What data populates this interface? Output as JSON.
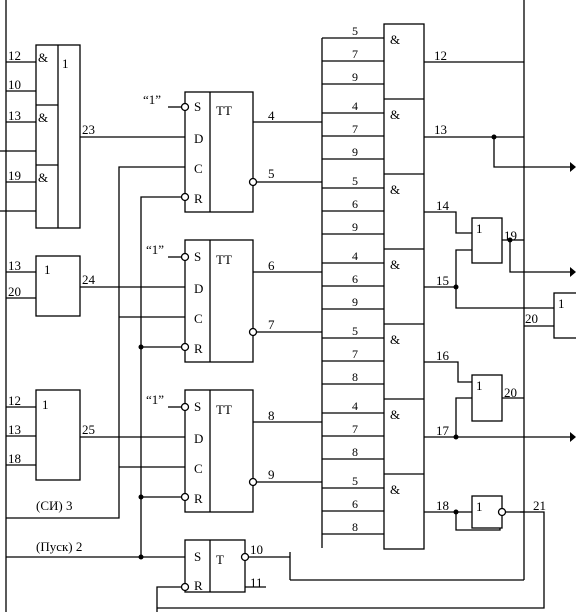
{
  "gate23": {
    "and_symbol": "&",
    "or_symbol": "1",
    "inputs": [
      "12",
      "10",
      "13",
      "19"
    ],
    "output": "23"
  },
  "gate24": {
    "symbol": "1",
    "inputs": [
      "13",
      "20"
    ],
    "output": "24"
  },
  "gate25": {
    "symbol": "1",
    "inputs": [
      "12",
      "13",
      "18"
    ],
    "output": "25"
  },
  "trig1": {
    "type": "TT",
    "pins": [
      "S",
      "D",
      "C",
      "R"
    ],
    "set_label": "“1”",
    "out_q": "4",
    "out_nq": "5"
  },
  "trig2": {
    "type": "TT",
    "pins": [
      "S",
      "D",
      "C",
      "R"
    ],
    "set_label": "“1”",
    "out_q": "6",
    "out_nq": "7"
  },
  "trig3": {
    "type": "TT",
    "pins": [
      "S",
      "D",
      "C",
      "R"
    ],
    "set_label": "“1”",
    "out_q": "8",
    "out_nq": "9"
  },
  "start_trig": {
    "type": "T",
    "pins": [
      "S",
      "R"
    ],
    "out_q": "10",
    "out_nq": "11"
  },
  "signals": {
    "si": "(СИ) 3",
    "start": "(Пуск) 2"
  },
  "and_bank": {
    "symbol": "&",
    "gates": [
      {
        "inputs": [
          "5",
          "7",
          "9"
        ]
      },
      {
        "inputs": [
          "4",
          "7",
          "9"
        ]
      },
      {
        "inputs": [
          "5",
          "6",
          "9"
        ]
      },
      {
        "inputs": [
          "4",
          "6",
          "9"
        ]
      },
      {
        "inputs": [
          "5",
          "7",
          "8"
        ]
      },
      {
        "inputs": [
          "4",
          "7",
          "8"
        ]
      },
      {
        "inputs": [
          "5",
          "6",
          "8"
        ]
      }
    ]
  },
  "outputs": [
    "12",
    "13",
    "14",
    "15",
    "16",
    "17",
    "18"
  ],
  "gate19": {
    "symbol": "1",
    "output": "19"
  },
  "gate20r": {
    "symbol": "1",
    "input": "20"
  },
  "gate20": {
    "symbol": "1",
    "output": "20"
  },
  "gate21": {
    "symbol": "1",
    "output": "21"
  }
}
